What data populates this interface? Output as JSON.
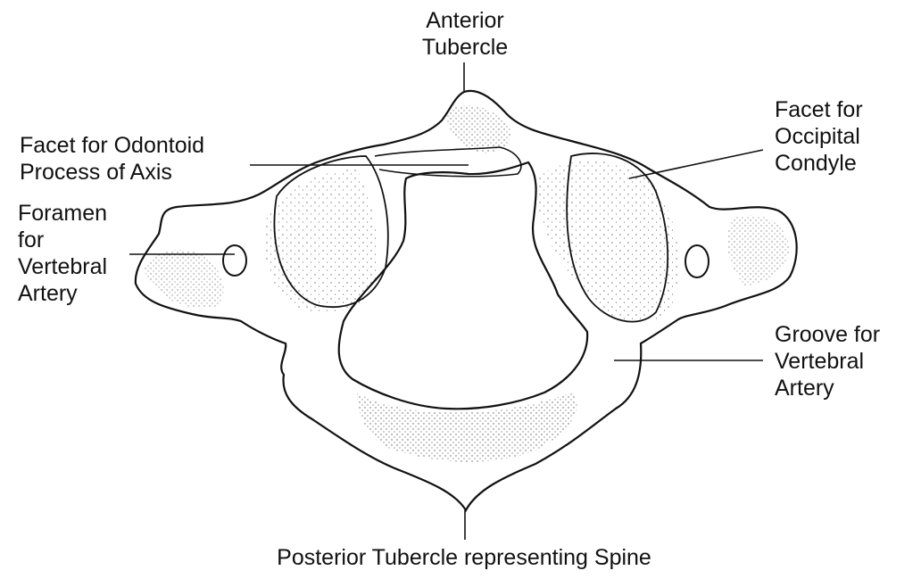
{
  "labels": {
    "anterior_tubercle": [
      "Anterior",
      "Tubercle"
    ],
    "odontoid_facet": [
      "Facet for Odontoid",
      "Process of Axis"
    ],
    "vertebral_foramen": [
      "Foramen",
      "for",
      "Vertebral",
      "Artery"
    ],
    "occipital_facet": [
      "Facet for",
      "Occipital",
      "Condyle"
    ],
    "vertebral_groove": [
      "Groove for",
      "Vertebral",
      "Artery"
    ],
    "posterior_tubercle": [
      "Posterior Tubercle representing Spine"
    ]
  },
  "colors": {
    "ink": "#111111",
    "bone": "#ffffff",
    "shade": "#2a2a2a"
  }
}
